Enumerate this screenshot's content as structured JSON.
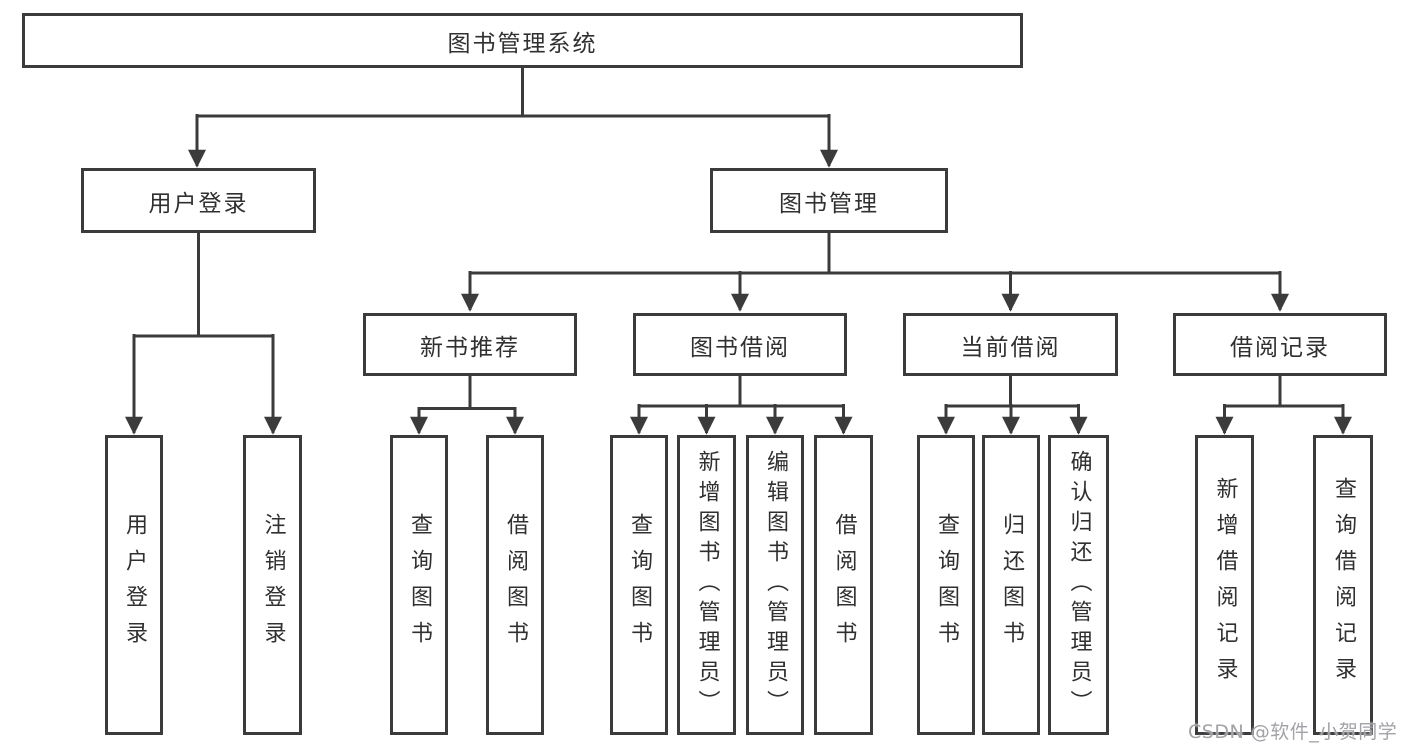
{
  "diagram": {
    "type": "tree",
    "tree": {
      "root": {
        "label": "图书管理系统",
        "children": [
          {
            "label": "用户登录",
            "children": [
              {
                "label": "用户登录"
              },
              {
                "label": "注销登录"
              }
            ]
          },
          {
            "label": "图书管理",
            "children": [
              {
                "label": "新书推荐",
                "children": [
                  {
                    "label": "查询图书"
                  },
                  {
                    "label": "借阅图书"
                  }
                ]
              },
              {
                "label": "图书借阅",
                "children": [
                  {
                    "label": "查询图书"
                  },
                  {
                    "label": "新增图书（管理员）"
                  },
                  {
                    "label": "编辑图书（管理员）"
                  },
                  {
                    "label": "借阅图书"
                  }
                ]
              },
              {
                "label": "当前借阅",
                "children": [
                  {
                    "label": "查询图书"
                  },
                  {
                    "label": "归还图书"
                  },
                  {
                    "label": "确认归还（管理员）"
                  }
                ]
              },
              {
                "label": "借阅记录",
                "children": [
                  {
                    "label": "新增借阅记录"
                  },
                  {
                    "label": "查询借阅记录"
                  }
                ]
              }
            ]
          }
        ]
      }
    },
    "colors": {
      "line": "#3b3b3b",
      "box_border": "#3b3b3b",
      "box_fill": "#ffffff",
      "text": "#303030",
      "background": "#ffffff",
      "watermark_text": "#a2a2a8"
    }
  },
  "watermark": {
    "text": "CSDN @软件_小贺同学"
  }
}
